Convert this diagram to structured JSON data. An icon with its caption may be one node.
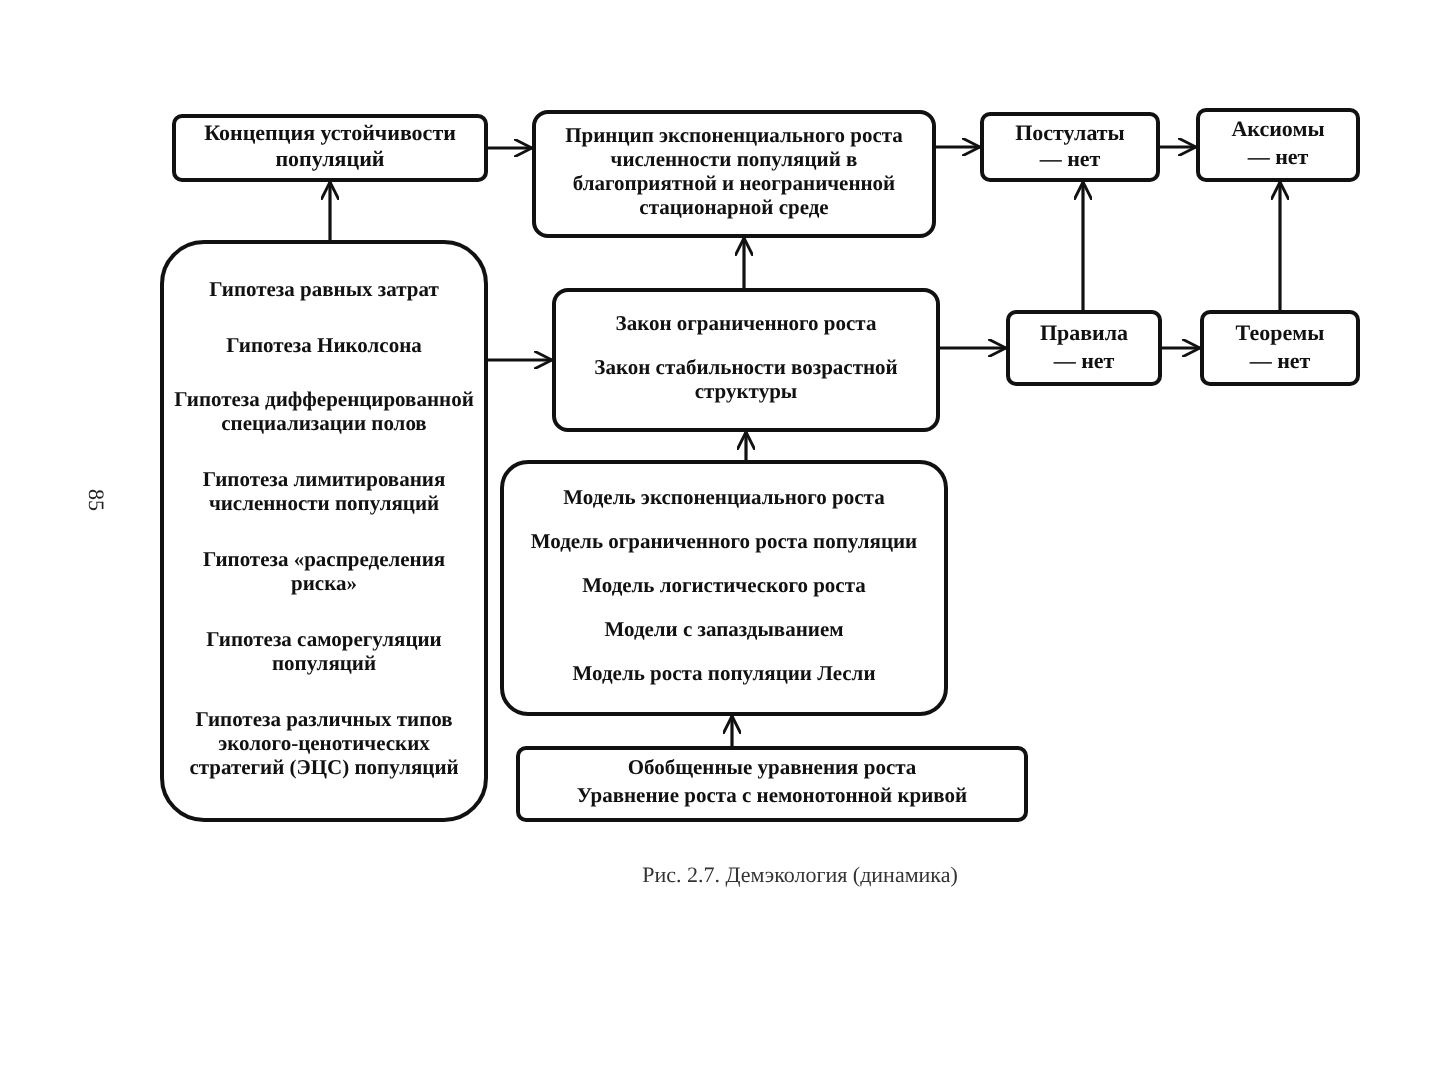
{
  "diagram": {
    "caption": "Рис. 2.7. Демэкология (динамика)",
    "nodes": [
      {
        "text": [
          "Концепция устойчивости популяций"
        ]
      },
      {
        "text": [
          "Принцип экспоненциального роста численности популяций в благоприятной и неограниченной стационарной среде"
        ]
      },
      {
        "text": [
          "Постулаты",
          "— нет"
        ]
      },
      {
        "text": [
          "Аксиомы",
          "— нет"
        ]
      },
      {
        "text": [
          "Гипотеза равных затрат",
          "Гипотеза Николсона",
          "Гипотеза дифференцированной специализации полов",
          "Гипотеза лимитирования численности популяций",
          "Гипотеза «распределения риска»",
          "Гипотеза саморегуляции популяций",
          "Гипотеза различных типов эколого-ценотических стратегий (ЭЦС) популяций"
        ]
      },
      {
        "text": [
          "Закон ограниченного роста",
          "Закон стабильности возрастной структуры"
        ]
      },
      {
        "text": [
          "Правила",
          "— нет"
        ]
      },
      {
        "text": [
          "Теоремы",
          "— нет"
        ]
      },
      {
        "text": [
          "Модель экспоненциального роста",
          "Модель ограниченного роста популяции",
          "Модель логистического роста",
          "Модели с запаздыванием",
          "Модель роста популяции Лесли"
        ]
      },
      {
        "text": [
          "Обобщенные уравнения роста",
          "Уравнение роста с немонотонной кривой"
        ]
      }
    ],
    "edges": [
      {
        "from": 0,
        "to": 1,
        "arrow": "to"
      },
      {
        "from": 1,
        "to": 2,
        "arrow": "to"
      },
      {
        "from": 2,
        "to": 3,
        "arrow": "to"
      },
      {
        "from": 4,
        "to": 0,
        "arrow": "to"
      },
      {
        "from": 4,
        "to": 5,
        "arrow": "to"
      },
      {
        "from": 5,
        "to": 1,
        "arrow": "to"
      },
      {
        "from": 5,
        "to": 6,
        "arrow": "to"
      },
      {
        "from": 6,
        "to": 7,
        "arrow": "to"
      },
      {
        "from": 6,
        "to": 2,
        "arrow": "to"
      },
      {
        "from": 7,
        "to": 3,
        "arrow": "to"
      },
      {
        "from": 8,
        "to": 5,
        "arrow": "to"
      },
      {
        "from": 9,
        "to": 8,
        "arrow": "to"
      }
    ],
    "labels": [
      "85"
    ]
  }
}
